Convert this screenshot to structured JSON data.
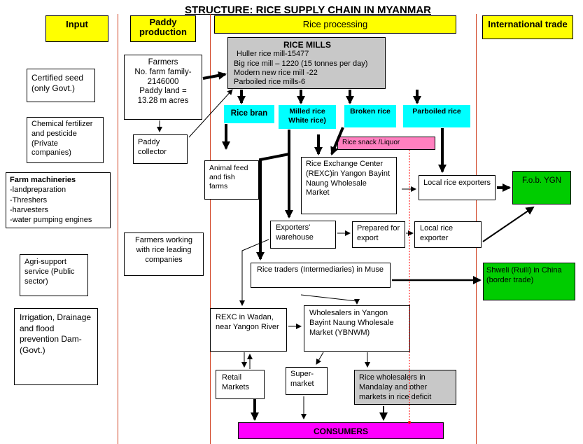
{
  "title": "STRUCTURE: RICE SUPPLY CHAIN IN MYANMAR",
  "headers": {
    "input": "Input",
    "paddy": "Paddy production",
    "processing": "Rice processing",
    "international": "International trade"
  },
  "input_boxes": {
    "seed": "Certified seed (only Govt.)",
    "chemical": "Chemical fertilizer and pesticide (Private companies)",
    "machinery_title": "Farm machineries",
    "machinery_items": [
      "-landpreparation",
      "-Threshers",
      "-harvesters",
      "-water pumping engines"
    ],
    "agri": "Agri-support service (Public sector)",
    "irrigation": "Irrigation, Drainage and flood prevention Dam- (Govt.)"
  },
  "paddy_boxes": {
    "farmers": [
      "Farmers",
      "No. farm family-",
      "2146000",
      "Paddy land =",
      "13.28 m acres"
    ],
    "collector": "Paddy collector",
    "farmers_companies": "Farmers working with rice leading companies"
  },
  "rice_mills": {
    "title": "RICE MILLS",
    "lines": [
      "Huller rice mill-15477",
      "Big rice mill – 1220 (15 tonnes per day)",
      "Modern new rice mill -22",
      "Parboiled rice mills-6"
    ]
  },
  "products": {
    "bran": "Rice bran",
    "milled": "Milled rice White rice)",
    "broken": "Broken rice",
    "parboiled": "Parboiled rice"
  },
  "nodes": {
    "snack": "Rice snack /Liquor",
    "animal_feed": "Animal feed and fish farms",
    "rexc_yangon": "Rice Exchange Center (REXC)in Yangon Bayint Naung Wholesale Market",
    "local_exporters_1": "Local rice exporters",
    "fob": "F.o.b. YGN",
    "exporters_warehouse": "Exporters' warehouse",
    "prepared_export": "Prepared for export",
    "local_exporter_2": "Local rice exporter",
    "rice_traders": "Rice traders (Intermediaries) in Muse",
    "shweli": "Shweli (Ruili) in China (border trade)",
    "rexc_wadan": "REXC in Wadan, near Yangon River",
    "wholesalers_yangon": "Wholesalers in Yangon Bayint Naung Wholesale Market (YBNWM)",
    "retail": "Retail Markets",
    "supermarket": "Super- market",
    "mandalay": "Rice wholesalers in Mandalay and other markets in rice deficit areas",
    "consumers": "CONSUMERS"
  },
  "colors": {
    "header": "#ffff00",
    "cyan": "#00ffff",
    "green": "#00cc00",
    "grey": "#c8c8c8",
    "magenta": "#ff00ff",
    "pink": "#ff80c0",
    "divider": "#d04020"
  }
}
